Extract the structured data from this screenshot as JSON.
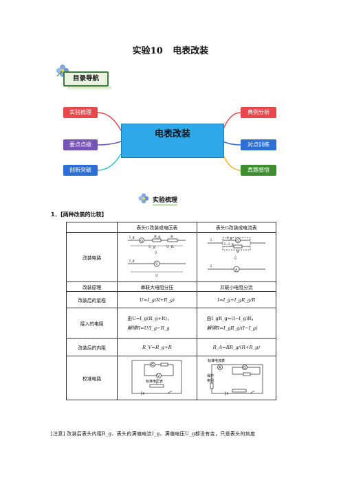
{
  "title": {
    "experiment": "实验10",
    "topic": "电表改装"
  },
  "nav_badge": "目录导航",
  "mindmap": {
    "center": "电表改装",
    "left": [
      {
        "label": "实验梳理",
        "color": "#e8484b"
      },
      {
        "label": "要点点拨",
        "color": "#7653b8"
      },
      {
        "label": "创新突破",
        "color": "#2e6fd6"
      }
    ],
    "right": [
      {
        "label": "典例分析",
        "color": "#e8484b"
      },
      {
        "label": "对点训练",
        "color": "#2e6fd6"
      },
      {
        "label": "真题感悟",
        "color": "#3e8d2e"
      }
    ]
  },
  "section_title": "实验梳理",
  "heading": "1．【两种改装的比较】",
  "table": {
    "headers": [
      "",
      "表头G改装成电压表",
      "表头G改装成电流表"
    ],
    "row_labels": [
      "改装电路",
      "改装原理",
      "改装后的量程",
      "接入的电阻",
      "改装后的内阻",
      "校准电路"
    ],
    "principle": [
      "串联大电阻分压",
      "并联小电阻分流"
    ],
    "range": [
      "U=I_g(R+R_g)",
      "I=I_g+I_gR_g/R"
    ],
    "resistor": {
      "v_line1": "由U=I_g(R_g+R)，",
      "v_line2": "解得R=U/I_g−R_g",
      "a_line1": "由I_gR_g=(I−I_g)R，",
      "a_line2": "解得R=I_gR_g/(I−I_g)"
    },
    "internal": [
      "R_V=R_g+R",
      "R_A=RR_g/(R+R_g)"
    ],
    "circuit_labels": {
      "v_R": "R",
      "v_Rg": "R_g",
      "v_G": "G",
      "v_Ug": "U_g",
      "v_UR": "U_R",
      "v_U": "U",
      "v_Ig": "I_g",
      "v_V": "V",
      "arrow": "⇩",
      "a_I": "I",
      "a_Ig": "I_g",
      "a_G": "G",
      "a_IR": "I−I_g",
      "a_R": "R",
      "a_A": "A"
    },
    "calib": {
      "v_std": "标准电压表",
      "v_G": "G",
      "v_V": "V",
      "a_std": "标准电流表",
      "a_prot1": "保护",
      "a_prot2": "电阻",
      "a_G": "G",
      "a_A": "A"
    }
  },
  "note": "[注意] 改装后表头内阻R_g、表头的满偏电流I_g、满偏电压U_g都没有变，只是表头的刻度"
}
